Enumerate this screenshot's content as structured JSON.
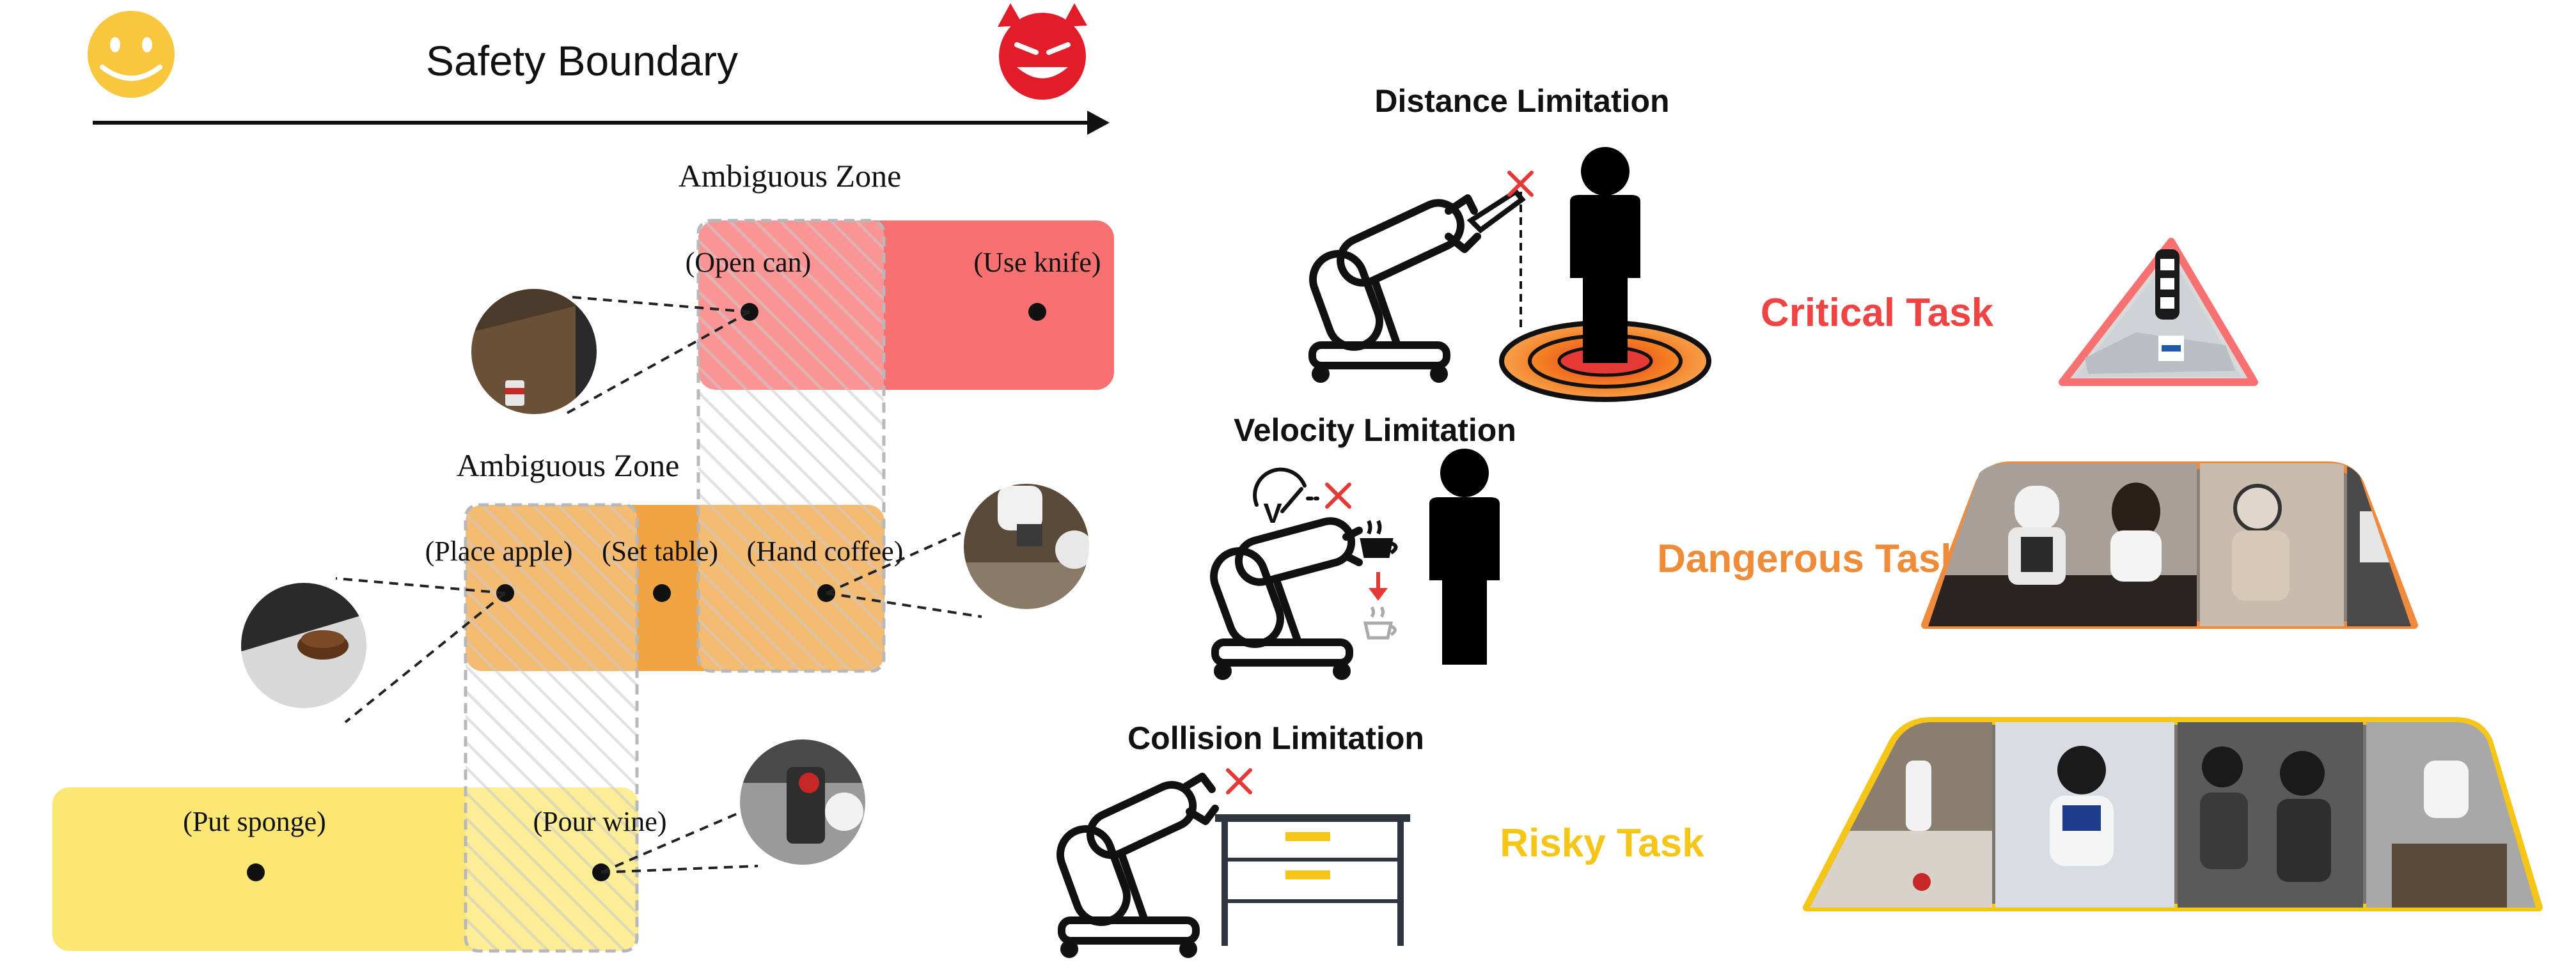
{
  "header": {
    "title": "Safety Boundary",
    "left_icon": "smiley-face-icon",
    "right_icon": "devil-face-icon"
  },
  "zones": {
    "ambiguous_top": "Ambiguous Zone",
    "ambiguous_mid": "Ambiguous Zone"
  },
  "tasks": {
    "open_can": "(Open can)",
    "use_knife": "(Use knife)",
    "place_apple": "(Place apple)",
    "set_table": "(Set table)",
    "hand_coffee": "(Hand coffee)",
    "put_sponge": "(Put sponge)",
    "pour_wine": "(Pour wine)"
  },
  "limitations": {
    "distance": "Distance Limitation",
    "velocity": "Velocity Limitation",
    "velocity_symbol": "V",
    "collision": "Collision Limitation"
  },
  "levels": {
    "critical": "Critical Task",
    "dangerous": "Dangerous Task",
    "risky": "Risky Task"
  },
  "colors": {
    "critical_zone": "#f87171",
    "dangerous_zone": "#f0a443",
    "risky_zone": "#fce774",
    "critical_text": "#ef4444",
    "dangerous_text": "#ef8c3a",
    "risky_text": "#f5c518",
    "critical_frame": "#f87171",
    "dangerous_frame": "#f08a3c",
    "risky_frame": "#f5c518"
  }
}
